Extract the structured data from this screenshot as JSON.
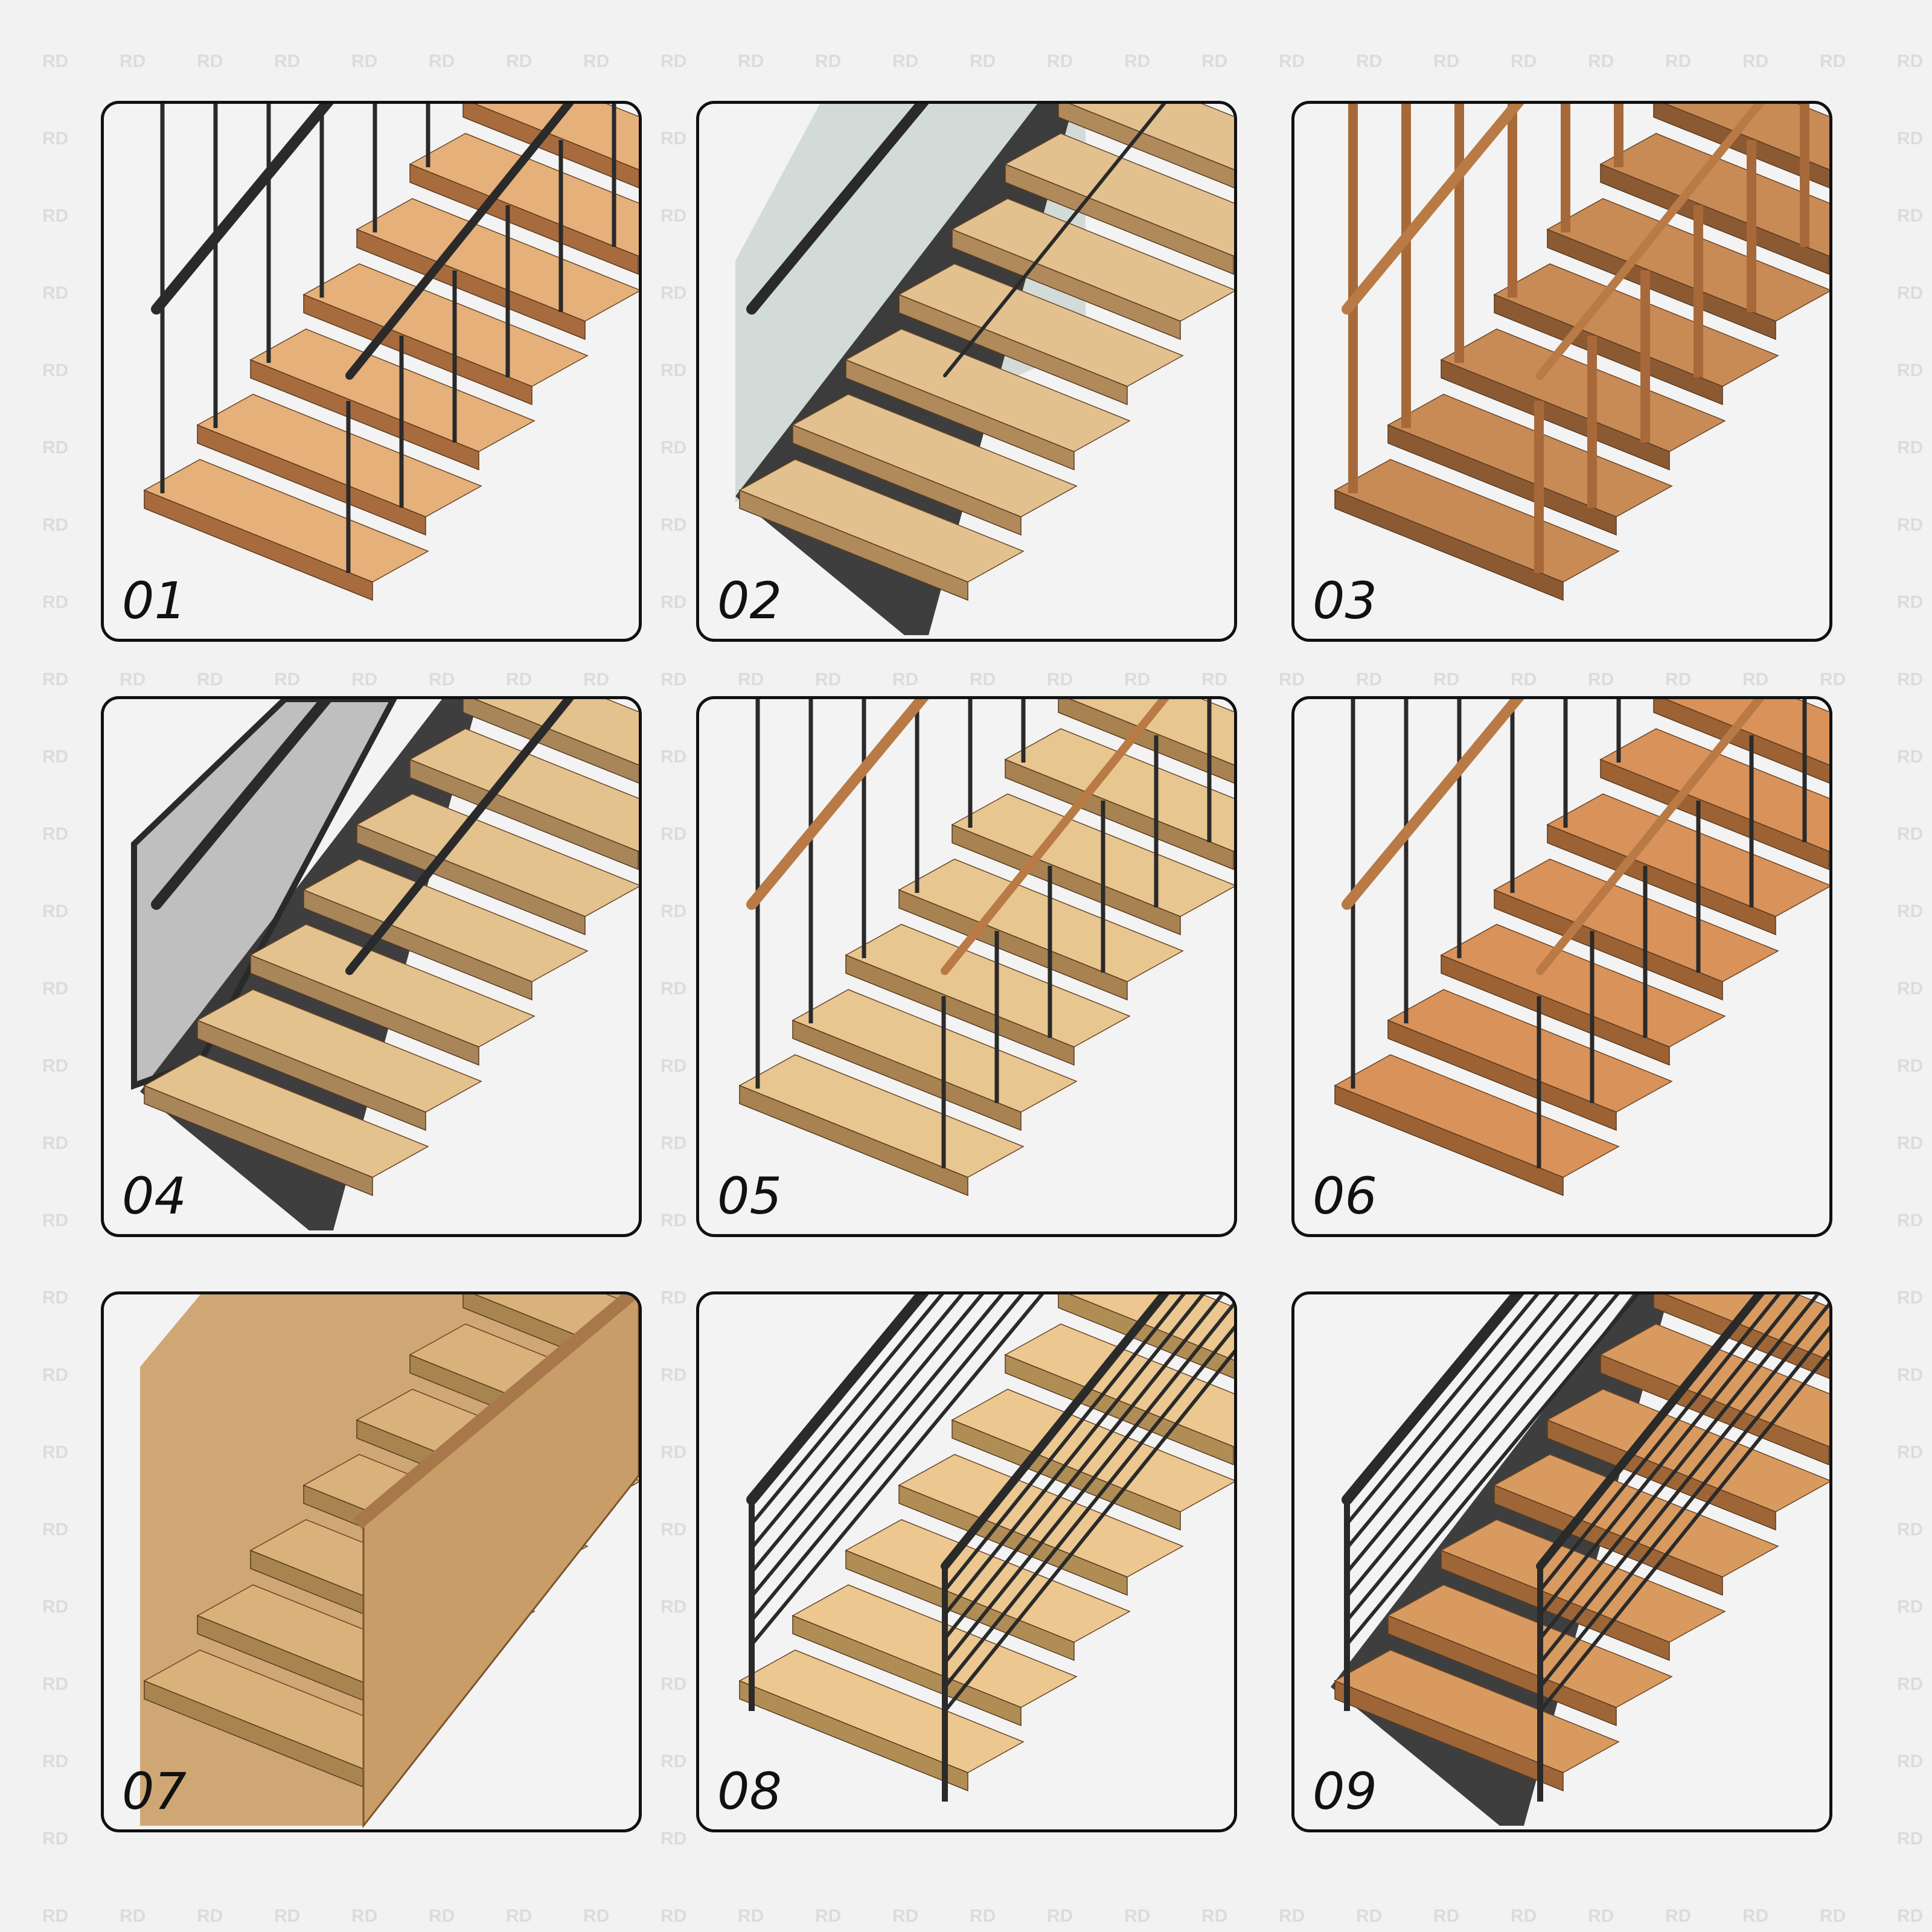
{
  "watermark": "RD",
  "cards": [
    {
      "label": "01",
      "style": "metal-rods"
    },
    {
      "label": "02",
      "style": "glass"
    },
    {
      "label": "03",
      "style": "timber"
    },
    {
      "label": "04",
      "style": "mesh"
    },
    {
      "label": "05",
      "style": "oval-balusters"
    },
    {
      "label": "06",
      "style": "wood-rail-metal"
    },
    {
      "label": "07",
      "style": "wood-panel"
    },
    {
      "label": "08",
      "style": "cable"
    },
    {
      "label": "09",
      "style": "horizontal-bars"
    }
  ]
}
